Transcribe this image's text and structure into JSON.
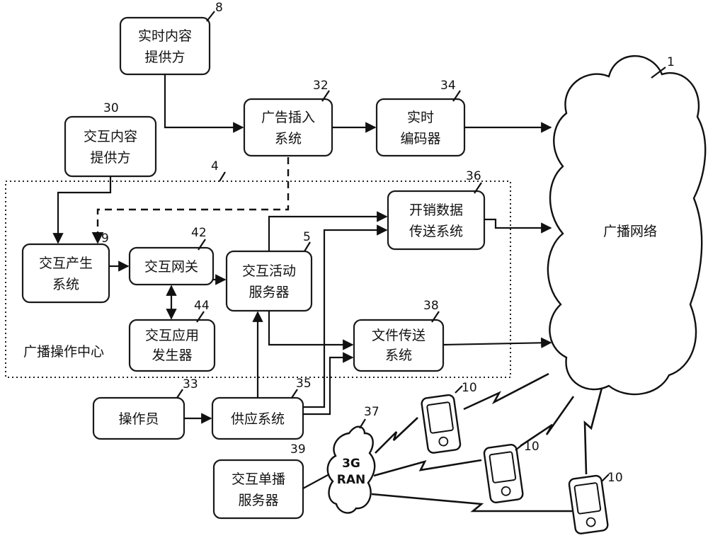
{
  "boxes": {
    "realtime_provider": [
      "实时内容",
      "提供方"
    ],
    "interactive_provider": [
      "交互内容",
      "提供方"
    ],
    "ad_insertion": [
      "广告插入",
      "系统"
    ],
    "realtime_encoder": [
      "实时",
      "编码器"
    ],
    "overhead_data": [
      "开销数据",
      "传送系统"
    ],
    "interaction_generation": [
      "交互产生",
      "系统"
    ],
    "interaction_gateway": [
      "交互网关"
    ],
    "interaction_activity_server": [
      "交互活动",
      "服务器"
    ],
    "interaction_app_generator": [
      "交互应用",
      "发生器"
    ],
    "file_delivery": [
      "文件传送",
      "系统"
    ],
    "operator": [
      "操作员"
    ],
    "provisioning": [
      "供应系统"
    ],
    "unicast_server": [
      "交互单播",
      "服务器"
    ]
  },
  "labels": {
    "broadcast_network": "广播网络",
    "broadcast_ops_center": "广播操作中心",
    "ran": [
      "3G",
      "RAN"
    ]
  },
  "refs": {
    "network": "1",
    "ops_center": "4",
    "activity_server": "5",
    "realtime_provider": "8",
    "interaction_generation": "9",
    "phone_a": "10",
    "phone_b": "10",
    "phone_c": "10",
    "interactive_provider": "30",
    "ad_insertion": "32",
    "operator": "33",
    "encoder": "34",
    "provisioning": "35",
    "overhead": "36",
    "ran": "37",
    "file_delivery": "38",
    "unicast": "39",
    "gateway": "42",
    "app_generator": "44"
  }
}
